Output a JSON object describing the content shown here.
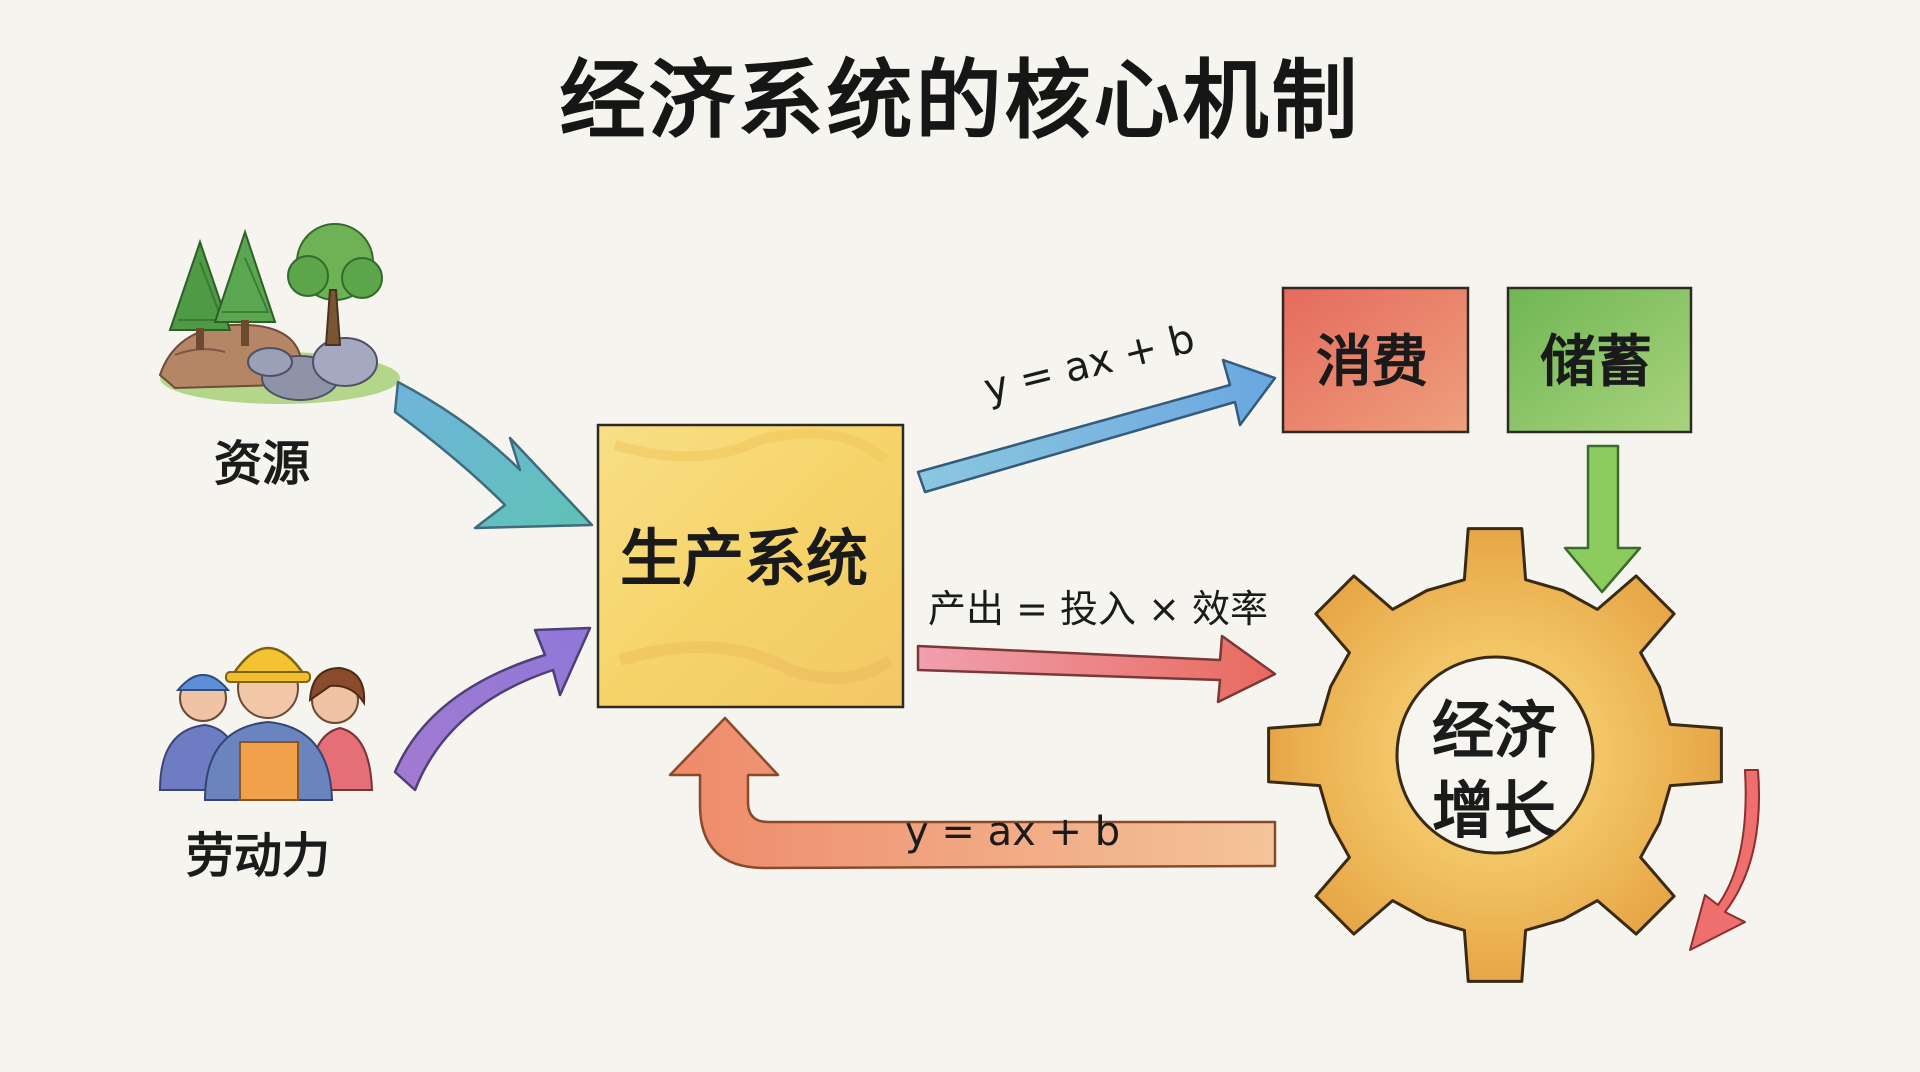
{
  "title": "经济系统的核心机制",
  "inputs": {
    "resources": {
      "label": "资源",
      "icon": "forest-rocks-icon"
    },
    "labor": {
      "label": "劳动力",
      "icon": "workers-icon"
    }
  },
  "production_system": {
    "label": "生产系统",
    "color": "#f5d877"
  },
  "consumption": {
    "label": "消费",
    "color": "#e77c6e"
  },
  "savings": {
    "label": "储蓄",
    "color": "#7fbe62"
  },
  "economic_growth": {
    "line1": "经济",
    "line2": "增长",
    "icon": "gear-icon",
    "color": "#e8a23c"
  },
  "formulas": {
    "to_consumption": "y = ax + b",
    "output": "产出 = 投入 × 效率",
    "feedback": "y = ax + b"
  }
}
